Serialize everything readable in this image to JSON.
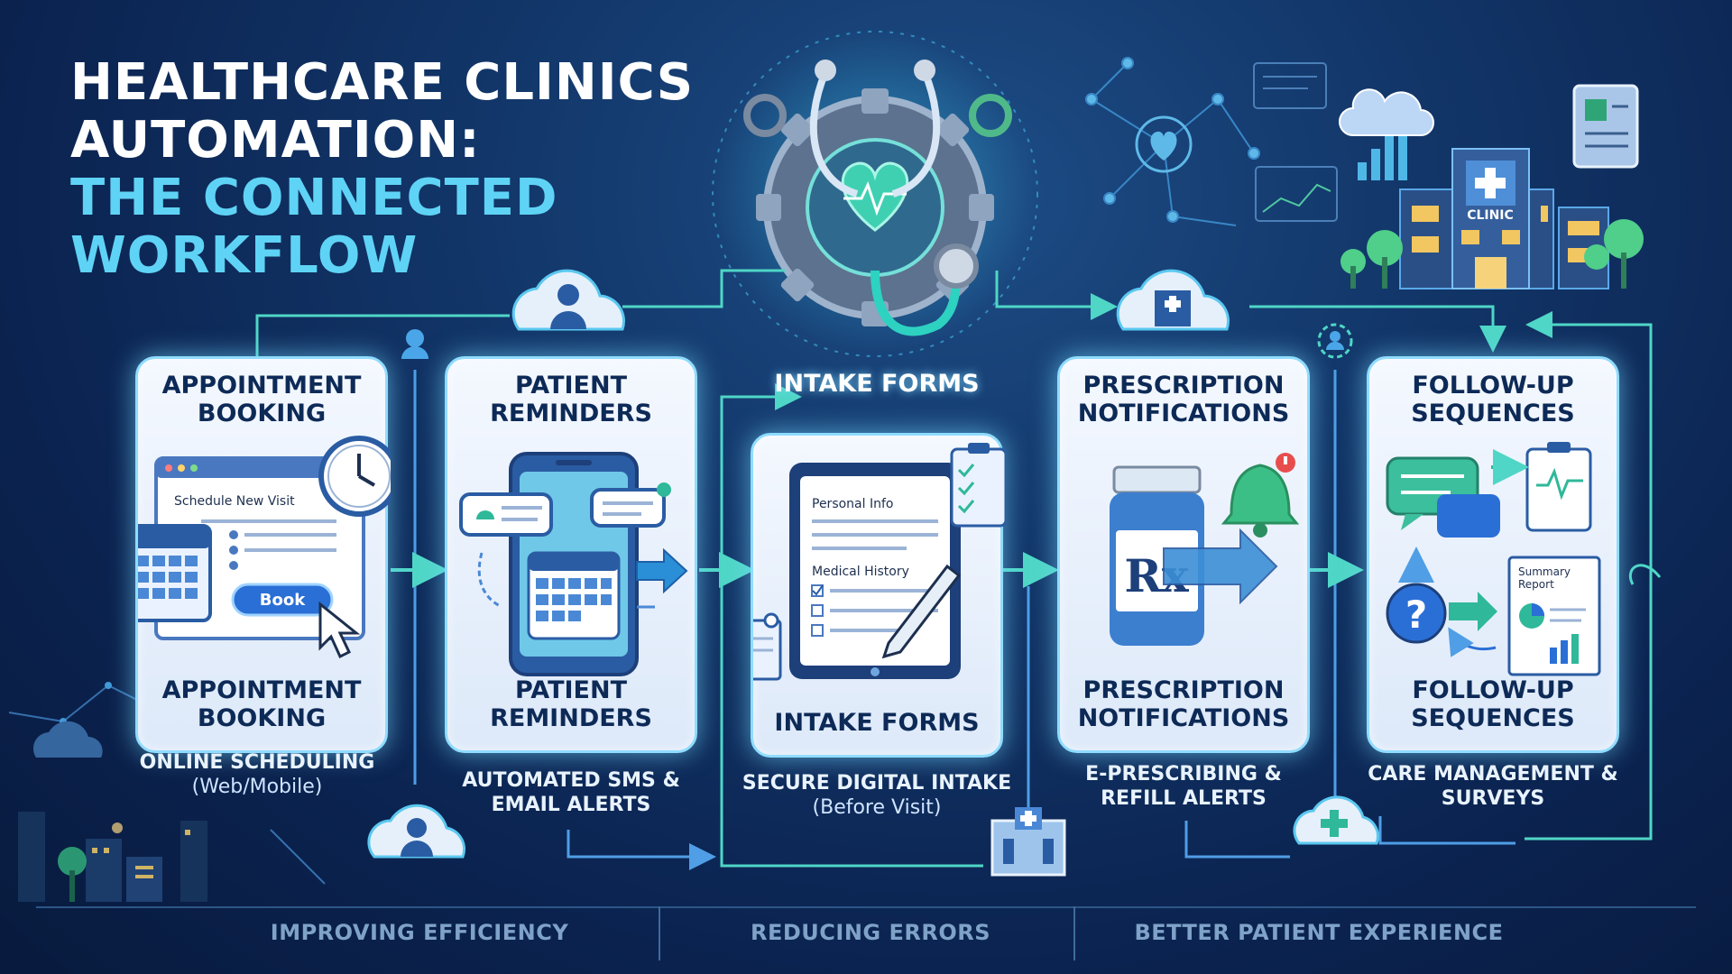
{
  "title": {
    "line1": "HEALTHCARE CLINICS",
    "line2": "AUTOMATION:",
    "line3": "THE CONNECTED",
    "line4": "WORKFLOW"
  },
  "stages": [
    {
      "title_top": "APPOINTMENT BOOKING",
      "title_bottom": "APPOINTMENT BOOKING",
      "desc": "ONLINE SCHEDULING",
      "desc_paren": "(Web/Mobile)",
      "screen_heading": "Schedule New Visit",
      "button_label": "Book"
    },
    {
      "title_top": "PATIENT REMINDERS",
      "title_bottom": "PATIENT REMINDERS",
      "desc": "AUTOMATED SMS & EMAIL ALERTS"
    },
    {
      "title_top": "INTAKE FORMS",
      "title_bottom": "INTAKE FORMS",
      "desc": "SECURE DIGITAL INTAKE",
      "desc_paren": "(Before Visit)",
      "form_section1": "Personal Info",
      "form_section2": "Medical History"
    },
    {
      "title_top": "PRESCRIPTION NOTIFICATIONS",
      "title_bottom": "PRESCRIPTION NOTIFICATIONS",
      "desc": "E-PRESCRIBING & REFILL ALERTS",
      "rx_label": "Rx"
    },
    {
      "title_top": "FOLLOW-UP SEQUENCES",
      "title_bottom": "FOLLOW-UP SEQUENCES",
      "desc": "CARE MANAGEMENT & SURVEYS",
      "report_label_1": "Summary",
      "report_label_2": "Report"
    }
  ],
  "clinic_sign": "CLINIC",
  "footer": {
    "item1": "IMPROVING EFFICIENCY",
    "item2": "REDUCING ERRORS",
    "item3": "BETTER PATIENT EXPERIENCE"
  },
  "colors": {
    "background": "#0b2350",
    "accent_cyan": "#5fd3f5",
    "card_glow": "#8fdcff",
    "arrow_teal": "#4fd6c6",
    "button_blue": "#2a6fd6"
  }
}
